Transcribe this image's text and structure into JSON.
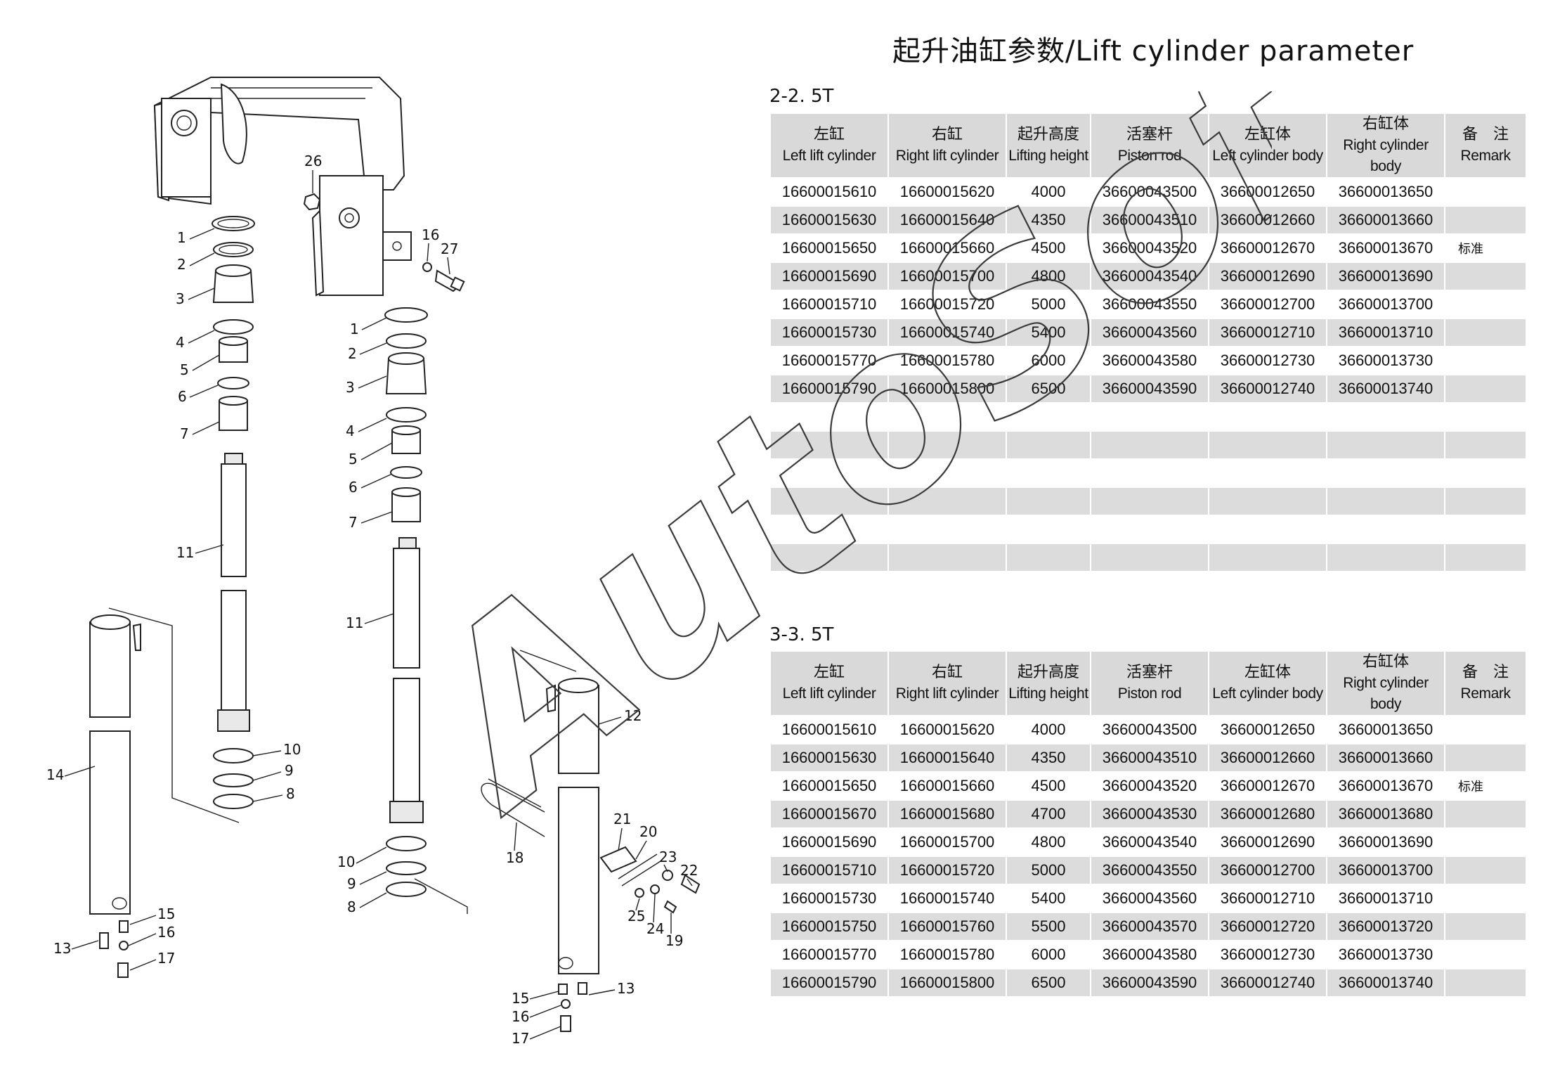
{
  "title": "起升油缸参数/Lift cylinder parameter",
  "watermark": "AutoSoft",
  "headers": [
    {
      "cn": "左缸",
      "en": "Left lift cylinder"
    },
    {
      "cn": "右缸",
      "en": "Right lift cylinder"
    },
    {
      "cn": "起升高度",
      "en": "Lifting height"
    },
    {
      "cn": "活塞杆",
      "en": "Piston rod"
    },
    {
      "cn": "左缸体",
      "en": "Left cylinder body"
    },
    {
      "cn": "右缸体",
      "en": "Right cylinder body"
    },
    {
      "cn": "备　注",
      "en": "Remark"
    }
  ],
  "tables": [
    {
      "label": "2-2. 5T",
      "rows": [
        [
          "16600015610",
          "16600015620",
          "4000",
          "36600043500",
          "36600012650",
          "36600013650",
          ""
        ],
        [
          "16600015630",
          "16600015640",
          "4350",
          "36600043510",
          "36600012660",
          "36600013660",
          ""
        ],
        [
          "16600015650",
          "16600015660",
          "4500",
          "36600043520",
          "36600012670",
          "36600013670",
          "标准"
        ],
        [
          "16600015690",
          "16600015700",
          "4800",
          "36600043540",
          "36600012690",
          "36600013690",
          ""
        ],
        [
          "16600015710",
          "16600015720",
          "5000",
          "36600043550",
          "36600012700",
          "36600013700",
          ""
        ],
        [
          "16600015730",
          "16600015740",
          "5400",
          "36600043560",
          "36600012710",
          "36600013710",
          ""
        ],
        [
          "16600015770",
          "16600015780",
          "6000",
          "36600043580",
          "36600012730",
          "36600013730",
          ""
        ],
        [
          "16600015790",
          "16600015800",
          "6500",
          "36600043590",
          "36600012740",
          "36600013740",
          ""
        ],
        [
          "",
          "",
          "",
          "",
          "",
          "",
          ""
        ],
        [
          "",
          "",
          "",
          "",
          "",
          "",
          ""
        ],
        [
          "",
          "",
          "",
          "",
          "",
          "",
          ""
        ],
        [
          "",
          "",
          "",
          "",
          "",
          "",
          ""
        ],
        [
          "",
          "",
          "",
          "",
          "",
          "",
          ""
        ],
        [
          "",
          "",
          "",
          "",
          "",
          "",
          ""
        ]
      ]
    },
    {
      "label": "3-3. 5T",
      "rows": [
        [
          "16600015610",
          "16600015620",
          "4000",
          "36600043500",
          "36600012650",
          "36600013650",
          ""
        ],
        [
          "16600015630",
          "16600015640",
          "4350",
          "36600043510",
          "36600012660",
          "36600013660",
          ""
        ],
        [
          "16600015650",
          "16600015660",
          "4500",
          "36600043520",
          "36600012670",
          "36600013670",
          "标准"
        ],
        [
          "16600015670",
          "16600015680",
          "4700",
          "36600043530",
          "36600012680",
          "36600013680",
          ""
        ],
        [
          "16600015690",
          "16600015700",
          "4800",
          "36600043540",
          "36600012690",
          "36600013690",
          ""
        ],
        [
          "16600015710",
          "16600015720",
          "5000",
          "36600043550",
          "36600012700",
          "36600013700",
          ""
        ],
        [
          "16600015730",
          "16600015740",
          "5400",
          "36600043560",
          "36600012710",
          "36600013710",
          ""
        ],
        [
          "16600015750",
          "16600015760",
          "5500",
          "36600043570",
          "36600012720",
          "36600013720",
          ""
        ],
        [
          "16600015770",
          "16600015780",
          "6000",
          "36600043580",
          "36600012730",
          "36600013730",
          ""
        ],
        [
          "16600015790",
          "16600015800",
          "6500",
          "36600043590",
          "36600012740",
          "36600013740",
          ""
        ]
      ]
    }
  ],
  "diagram": {
    "callouts": [
      "1",
      "2",
      "3",
      "4",
      "5",
      "6",
      "7",
      "8",
      "9",
      "10",
      "11",
      "12",
      "13",
      "14",
      "15",
      "16",
      "17",
      "18",
      "19",
      "20",
      "21",
      "22",
      "23",
      "24",
      "25",
      "26",
      "27"
    ]
  }
}
